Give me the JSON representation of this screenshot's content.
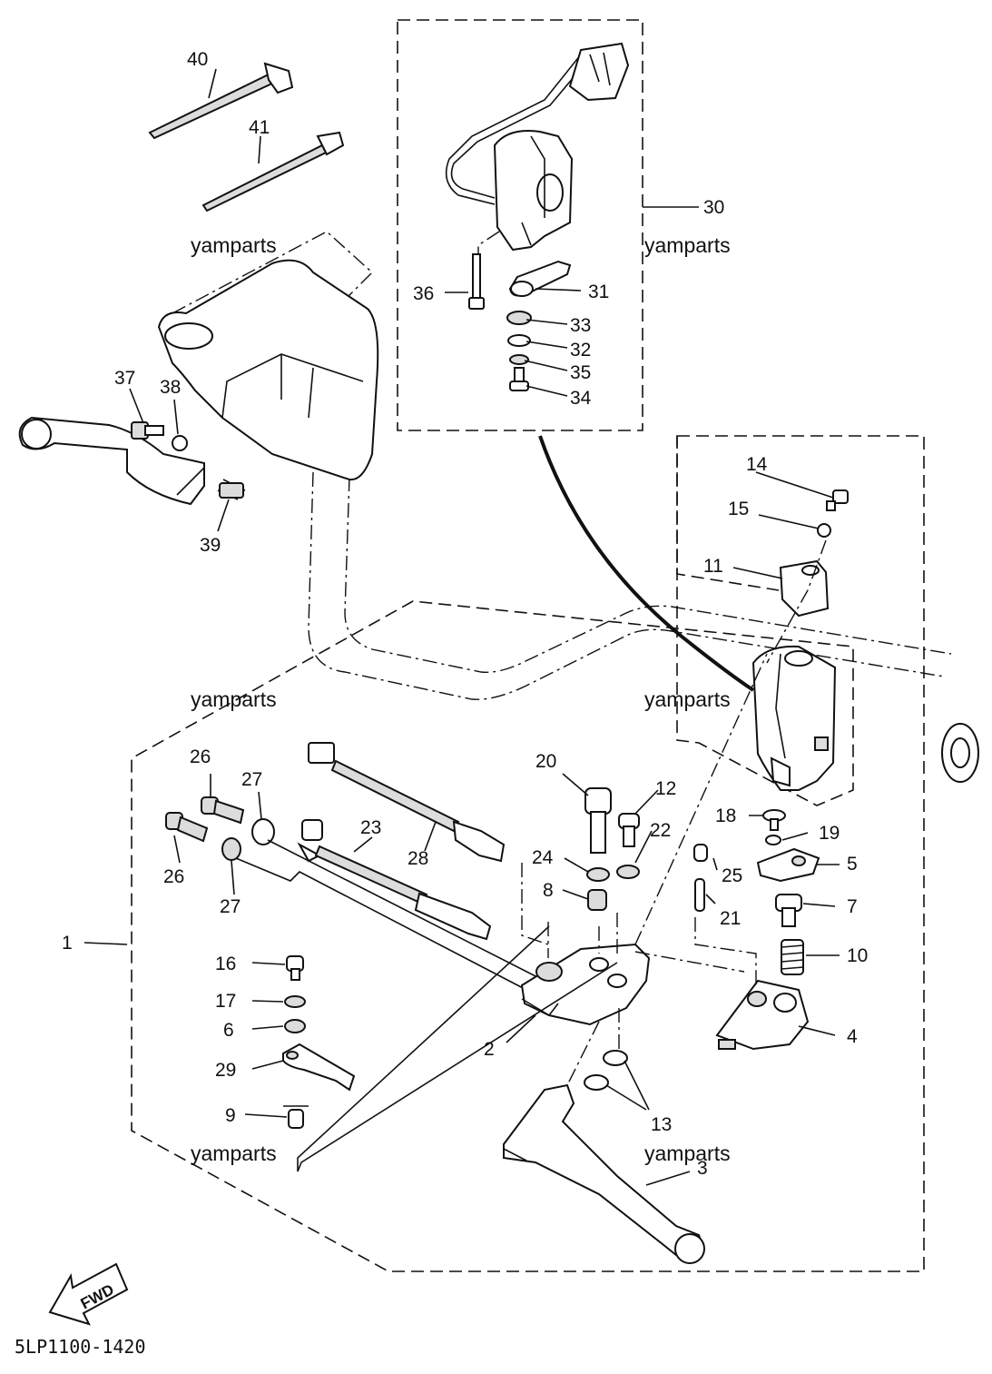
{
  "diagram_code": "5LP1100-1420",
  "fwd_label": "FWD",
  "watermark": "yamparts",
  "callouts": {
    "c1": "1",
    "c2": "2",
    "c3": "3",
    "c4": "4",
    "c5": "5",
    "c6": "6",
    "c7": "7",
    "c8": "8",
    "c9": "9",
    "c10": "10",
    "c11": "11",
    "c12": "12",
    "c13": "13",
    "c14": "14",
    "c15": "15",
    "c16": "16",
    "c17": "17",
    "c18": "18",
    "c19": "19",
    "c20": "20",
    "c21": "21",
    "c22": "22",
    "c23": "23",
    "c24": "24",
    "c25": "25",
    "c26": "26",
    "c27": "27",
    "c28": "28",
    "c29": "29",
    "c30": "30",
    "c31": "31",
    "c32": "32",
    "c33": "33",
    "c34": "34",
    "c35": "35",
    "c36": "36",
    "c37": "37",
    "c38": "38",
    "c39": "39",
    "c40": "40",
    "c41": "41"
  }
}
